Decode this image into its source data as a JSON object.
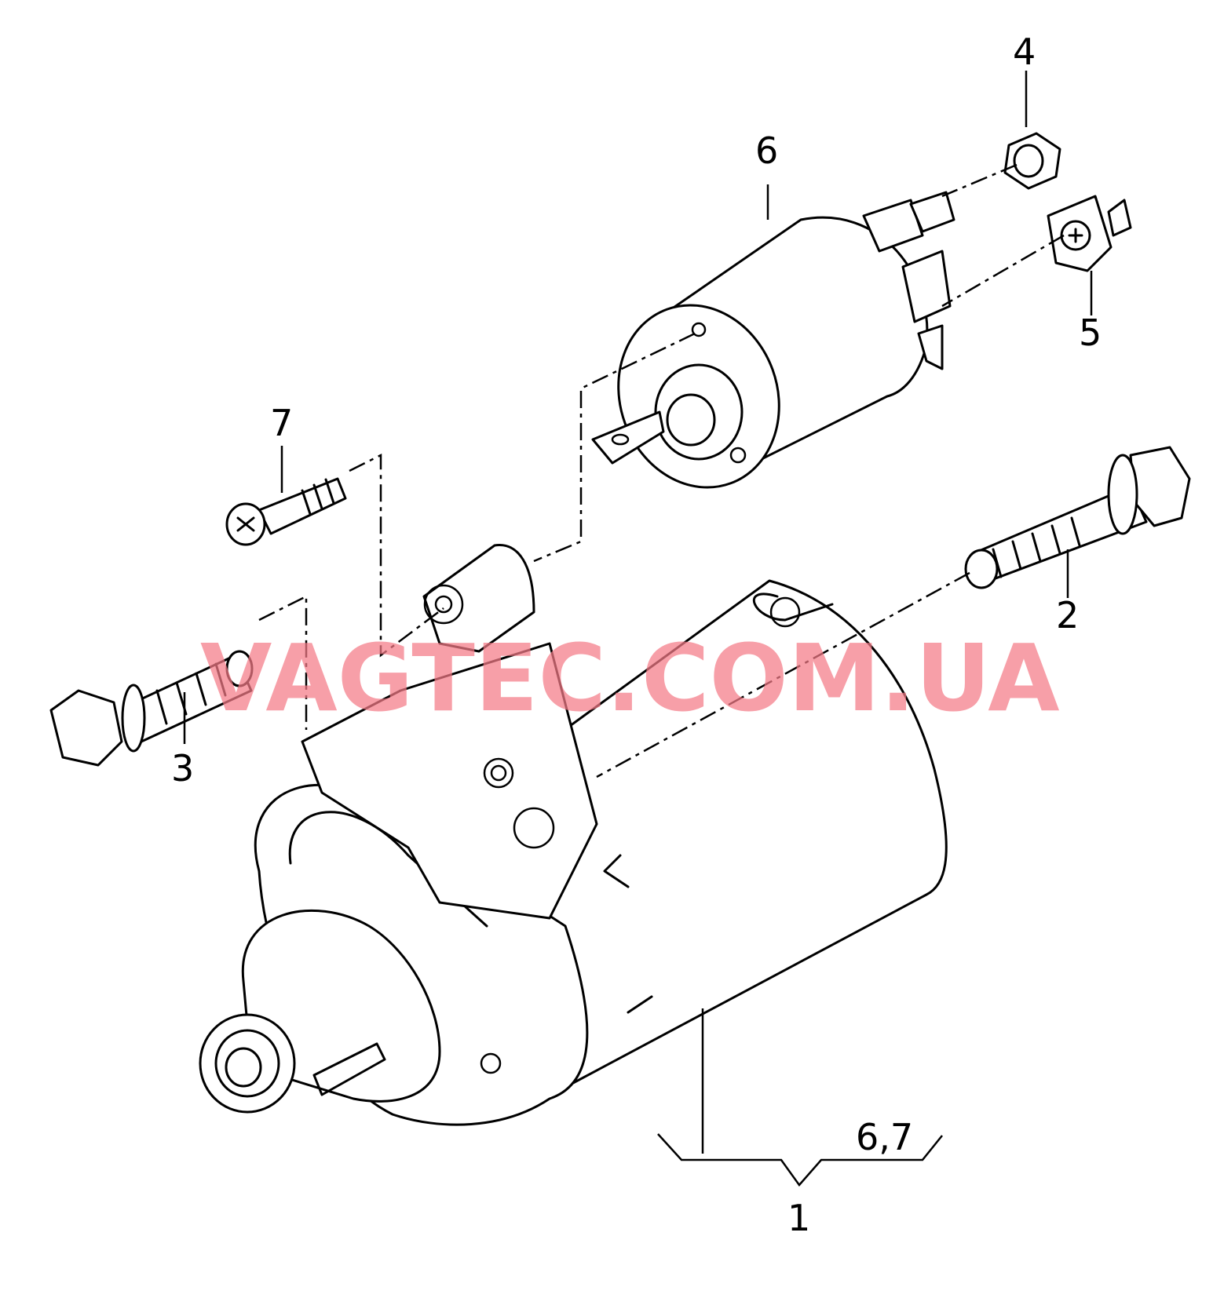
{
  "callouts": {
    "c1": "1",
    "c2": "2",
    "c3": "3",
    "c4": "4",
    "c5": "5",
    "c6": "6",
    "c7": "7",
    "c67": "6,7"
  },
  "watermark": "VAGTEC.COM.UA",
  "colors": {
    "line": "#000000",
    "background": "#ffffff",
    "watermark": "#f47a86"
  }
}
